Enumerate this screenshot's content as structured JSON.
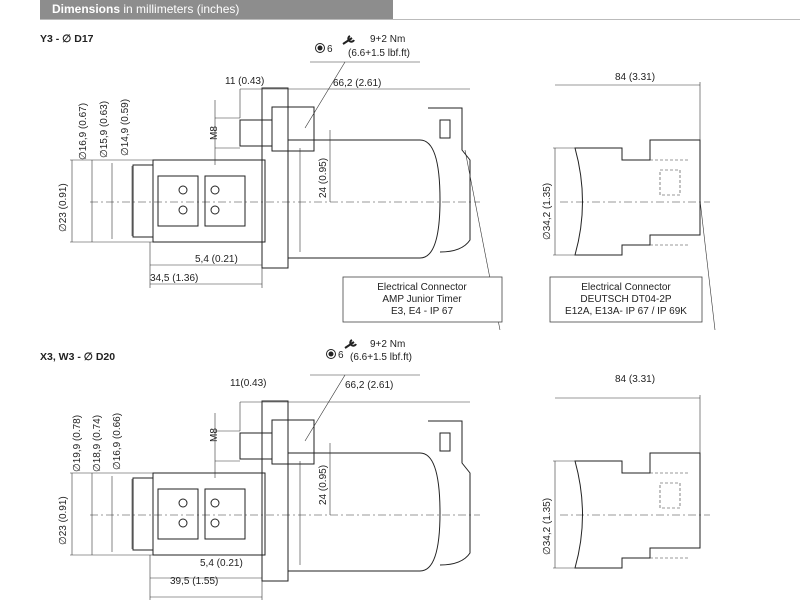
{
  "header": {
    "title_bold": "Dimensions",
    "title_rest": "in millimeters (inches)"
  },
  "views": [
    {
      "title": "Y3 - ∅ D17",
      "torque_size": "6",
      "torque_value": "9+2 Nm",
      "torque_imperial": "(6.6+1.5 lbf.ft)",
      "dim_stud": "11 (0.43)",
      "dim_length": "66,2 (2.61)",
      "dia_1": "∅16,9 (0.67)",
      "dia_2": "∅15,9 (0.63)",
      "dia_3": "∅14,9 (0.59)",
      "thread": "M8",
      "dia_sleeve": "∅23 (0.91)",
      "dim_height": "24 (0.95)",
      "dim_flange": "5,4 (0.21)",
      "dim_cartridge": "34,5 (1.36)",
      "dim_width": "84 (3.31)",
      "dia_coil": "∅34,2 (1.35)"
    },
    {
      "title": "X3, W3 - ∅ D20",
      "torque_size": "6",
      "torque_value": "9+2 Nm",
      "torque_imperial": "(6.6+1.5 lbf.ft)",
      "dim_stud": "11(0.43)",
      "dim_length": "66,2 (2.61)",
      "dia_1": "∅19,9 (0.78)",
      "dia_2": "∅18,9 (0.74)",
      "dia_3": "∅16,9 (0.66)",
      "thread": "M8",
      "dia_sleeve": "∅23 (0.91)",
      "dim_height": "24 (0.95)",
      "dim_flange": "5,4 (0.21)",
      "dim_cartridge": "39,5 (1.55)",
      "dim_width": "84 (3.31)",
      "dia_coil": "∅34,2 (1.35)"
    }
  ],
  "connectors": [
    {
      "line1": "Electrical Connector",
      "line2": "AMP Junior Timer",
      "line3": "E3, E4 - IP 67"
    },
    {
      "line1": "Electrical Connector",
      "line2": "DEUTSCH DT04-2P",
      "line3": "E12A,  E13A- IP 67 / IP 69K"
    }
  ]
}
